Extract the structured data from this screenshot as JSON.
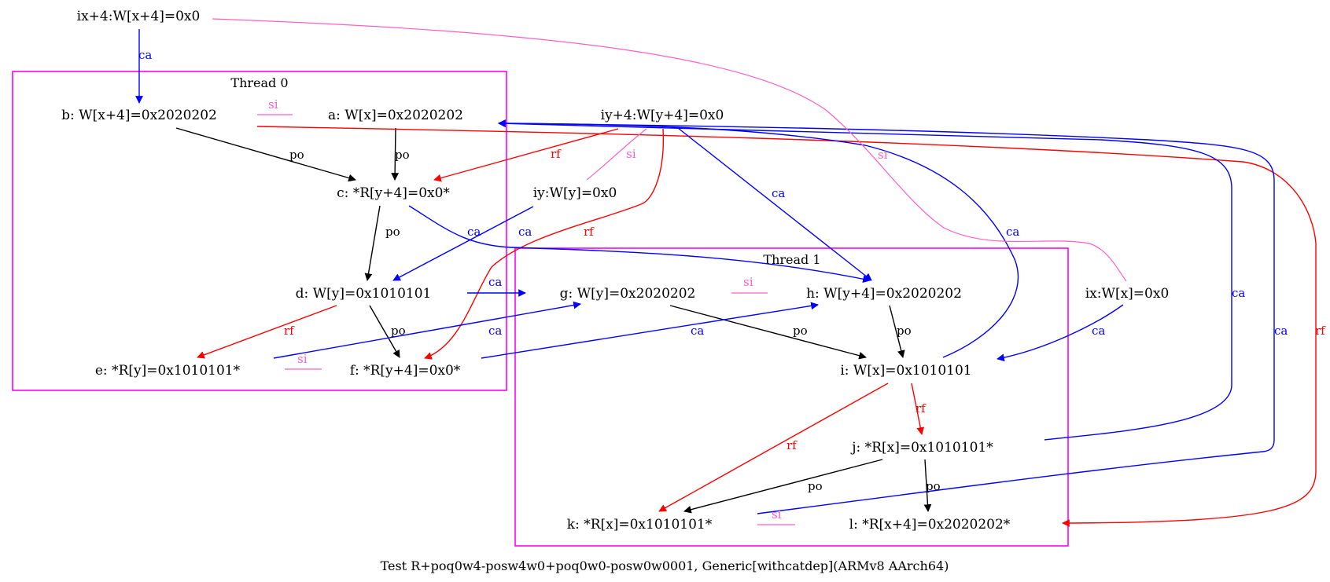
{
  "caption": "Test R+poq0w4-posw4w0+poq0w0-posw0w0001, Generic[withcatdep](ARMv8 AArch64)",
  "colors": {
    "po": "#000000",
    "rf": "#ff0000",
    "ca": "#0000ff",
    "si": "#ff5ec4",
    "cluster": "#ff00ff"
  },
  "clusters": {
    "thread0": "Thread 0",
    "thread1": "Thread 1"
  },
  "nodes": {
    "ix4": "ix+4:W[x+4]=0x0",
    "b": "b: W[x+4]=0x2020202",
    "a": "a: W[x]=0x2020202",
    "iy4": "iy+4:W[y+4]=0x0",
    "c": "c: *R[y+4]=0x0*",
    "iy": "iy:W[y]=0x0",
    "d": "d: W[y]=0x1010101",
    "g": "g: W[y]=0x2020202",
    "h": "h: W[y+4]=0x2020202",
    "ix": "ix:W[x]=0x0",
    "e": "e: *R[y]=0x1010101*",
    "f": "f: *R[y+4]=0x0*",
    "i": "i: W[x]=0x1010101",
    "j": "j: *R[x]=0x1010101*",
    "k": "k: *R[x]=0x1010101*",
    "l": "l: *R[x+4]=0x2020202*"
  },
  "labels": {
    "po": "po",
    "rf": "rf",
    "ca": "ca",
    "si": "si"
  }
}
